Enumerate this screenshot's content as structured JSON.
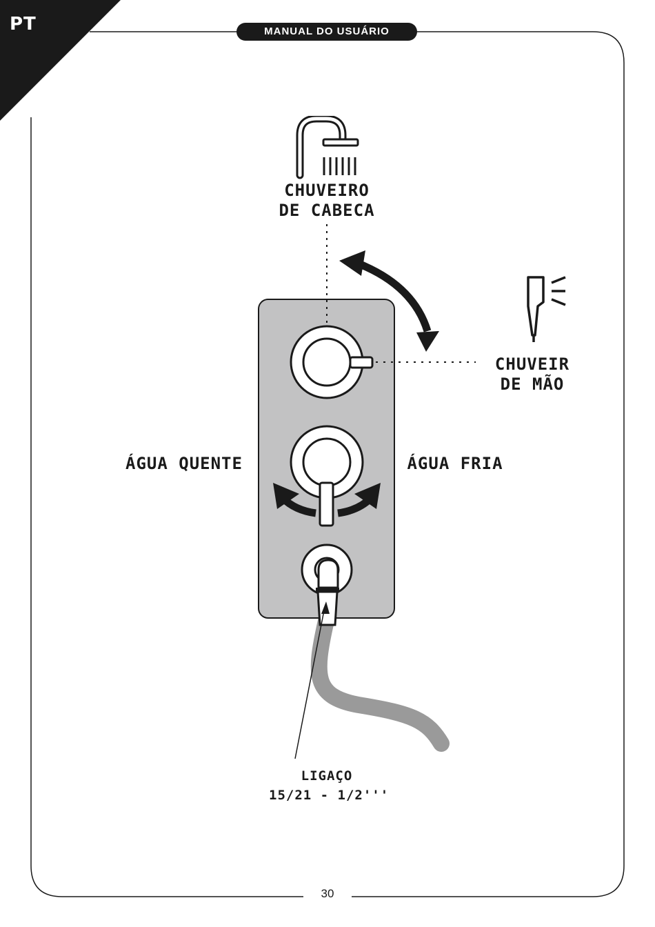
{
  "header": {
    "language": "PT",
    "title": "MANUAL DO USUÁRIO"
  },
  "labels": {
    "head_shower_line1": "CHUVEIRO",
    "head_shower_line2": "DE CABECA",
    "hand_shower_line1": "CHUVEIR",
    "hand_shower_line2": "DE MÃO",
    "hot_water": "ÁGUA QUENTE",
    "cold_water": "ÁGUA FRIA",
    "connection_line1": "LIGAÇO",
    "connection_line2": "15/21 - 1/2'''"
  },
  "footer": {
    "page_number": "30"
  },
  "icons": [
    "head-shower-icon",
    "hand-shower-icon"
  ],
  "colors": {
    "ink": "#1a1a1a",
    "panel": "#c2c2c3",
    "hose": "#9a9a9a"
  }
}
